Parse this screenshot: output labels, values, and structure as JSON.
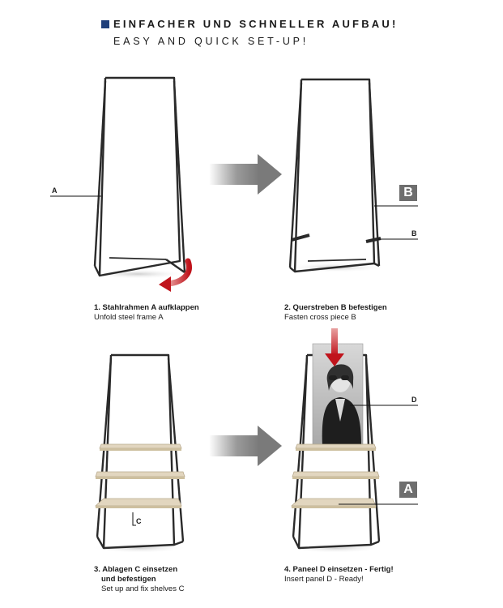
{
  "header": {
    "title_de": "EINFACHER UND SCHNELLER AUFBAU!",
    "title_en": "EASY AND QUICK SET-UP!",
    "accent_color": "#1f3f7a"
  },
  "steps": [
    {
      "de": "1. Stahlrahmen A aufklappen",
      "en": "Unfold steel frame A"
    },
    {
      "de": "2. Querstreben B befestigen",
      "en": "Fasten cross piece B"
    },
    {
      "de_line1": "3. Ablagen C einsetzen",
      "de_line2": "und befestigen",
      "en": "Set up and fix shelves C"
    },
    {
      "de": "4. Paneel D einsetzen - Fertig!",
      "en": "Insert panel D - Ready!"
    }
  ],
  "labels": {
    "a": "A",
    "b": "B",
    "c": "C",
    "d": "D",
    "badge_b": "B",
    "badge_a": "A"
  },
  "colors": {
    "frame": "#2a2a2a",
    "arrow_gray": "#8a8a8a",
    "arrow_red": "#c0141c",
    "shelf": "#e2d6bf",
    "badge": "#6e6e6e"
  },
  "icons": [
    "step-arrow-icon",
    "unfold-arrow-icon",
    "insert-arrow-icon"
  ]
}
